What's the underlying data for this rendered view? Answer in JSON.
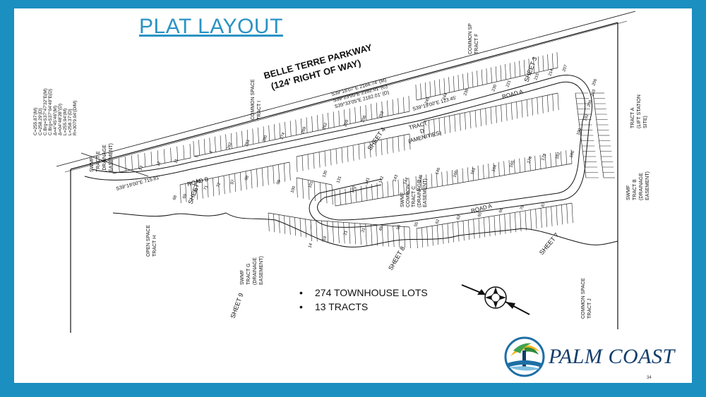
{
  "slide": {
    "title": "PLAT LAYOUT",
    "page_number": "34",
    "accent_color": "#1b8fbf",
    "title_color": "#2a93c4"
  },
  "road": {
    "name_line1": "BELLE TERRE PARKWAY",
    "name_line2": "(124' RIGHT OF WAY)"
  },
  "curve_data": [
    "R=3079.04'(D/M)",
    "L=258.37'(D)",
    "L=255.94'(M)",
    "Δ=04°48'28\"(D)",
    "Δ=4°45'46\"(M)",
    "C.Brg=S37°04'49\"E(D)",
    "C.Brg=S37°47'32\"E(M)",
    "C=258.29'(D)",
    "C=255.87'(M)"
  ],
  "bearings": {
    "b1": "S39°18'07\"E  2184.74' (M)",
    "b2": "S39°23'05\"E  2182.01' (C)",
    "b3": "S39°33'05\"E  2182.01' (D)",
    "b4": "S39°19'00\"E  715.81'",
    "b5": "S39°19'00\"E  123.45'"
  },
  "tracts": {
    "common_space_i": [
      "COMMON SPACE",
      "TRACT I"
    ],
    "common_space_f": [
      "COMMON SP",
      "TRACT F"
    ],
    "tract_a": [
      "TRACT A",
      "(LIFT STATION",
      "SITE)"
    ],
    "tract_b": [
      "SWMF",
      "TRACT B",
      "(DRAINAGE",
      "EASEMENT)"
    ],
    "tract_e": [
      "SWMF",
      "TRACT E",
      "(DRAINAGE",
      "EASEMENT)"
    ],
    "tract_d": [
      "TRACT",
      "D",
      "(AMENITIES)"
    ],
    "tract_c": [
      "SWMF",
      "COMMON",
      "TRACT C",
      "(DRAINAGE",
      "EASEMENT)"
    ],
    "tract_h": [
      "OPEN SPACE",
      "TRACT H"
    ],
    "tract_g": [
      "SWMF",
      "TRACT G",
      "(DRAINAGE",
      "EASEMENT)"
    ],
    "tract_j": [
      "COMMON SPACE",
      "TRACT J"
    ]
  },
  "sheets": [
    "SHEET 3",
    "SHEET 4",
    "SHEET 5",
    "SHEET 7",
    "SHEET 8",
    "SHEET 9"
  ],
  "roads_internal": [
    "ROAD A",
    "ROAD B",
    "ROAD A"
  ],
  "lot_numbers": [
    "68",
    "69",
    "70",
    "71",
    "72",
    "97",
    "98",
    "99",
    "100",
    "101",
    "130",
    "131",
    "140",
    "141",
    "142",
    "143",
    "144",
    "145",
    "146",
    "160",
    "161",
    "164",
    "165",
    "176",
    "178",
    "182",
    "186",
    "190",
    "192",
    "200",
    "203",
    "206",
    "207",
    "214",
    "215",
    "221",
    "230",
    "238",
    "244",
    "245",
    "253",
    "258",
    "259",
    "262",
    "269",
    "274",
    "280",
    "281",
    "282",
    "4",
    "5",
    "11",
    "12",
    "13",
    "14",
    "19",
    "21",
    "31",
    "49",
    "50",
    "55",
    "62",
    "63",
    "65",
    "66",
    "78",
    "87"
  ],
  "bullets": [
    "274 TOWNHOUSE LOTS",
    "13 TRACTS"
  ],
  "logo": {
    "text": "PALM COAST",
    "colors": {
      "sun": "#f2b51f",
      "palm": "#3fa34d",
      "water": "#1d6fa5",
      "text": "#123d6b"
    }
  },
  "icons": {
    "north_arrow": "north-arrow-icon",
    "logo_mark": "palm-tree-sun-icon"
  }
}
